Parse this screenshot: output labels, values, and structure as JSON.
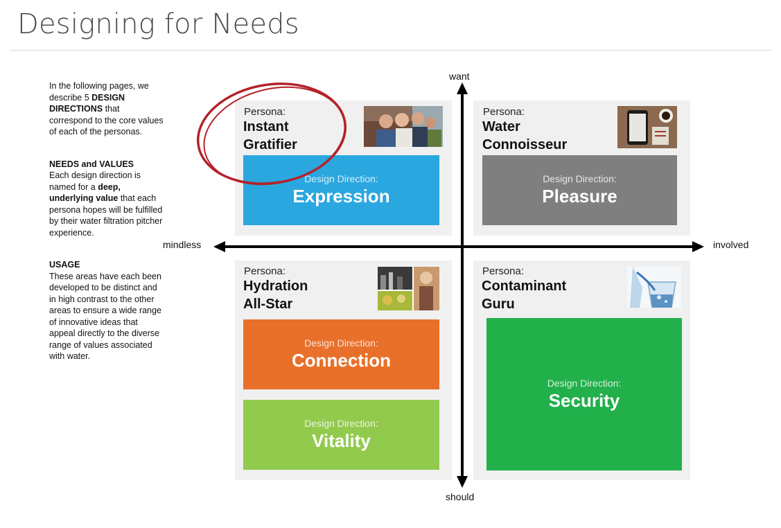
{
  "page": {
    "title": "Designing for Needs"
  },
  "sidebar": {
    "intro": {
      "pre": "In the following pages, we describe 5 ",
      "bold": "DESIGN DIRECTIONS",
      "post": " that correspond to the core values of each of the personas."
    },
    "needs": {
      "heading": "NEEDS and VALUES",
      "pre": "Each design direction is named for a ",
      "bold": "deep, underlying value",
      "post": " that each persona hopes will be fulfilled by their water filtration pitcher experience."
    },
    "usage": {
      "heading": "USAGE",
      "text": "These areas have each been developed to be distinct and in high contrast to the other areas to ensure a wide range of innovative ideas that appeal directly to the diverse range of values associated with water."
    }
  },
  "axes": {
    "top": "want",
    "bottom": "should",
    "left": "mindless",
    "right": "involved"
  },
  "quadrants": {
    "top_left": {
      "persona_label": "Persona:",
      "persona_line1": "Instant",
      "persona_line2": "Gratifier",
      "photo_icon": "group-selfie-photo",
      "directions": [
        {
          "label": "Design Direction:",
          "name": "Expression",
          "color": "#2aa7df"
        }
      ],
      "highlight": "red-hand-drawn-circle"
    },
    "top_right": {
      "persona_label": "Persona:",
      "persona_line1": "Water",
      "persona_line2": "Connoisseur",
      "photo_icon": "phone-and-coffee-photo",
      "directions": [
        {
          "label": "Design Direction:",
          "name": "Pleasure",
          "color": "#7f7f7f"
        }
      ]
    },
    "bottom_left": {
      "persona_label": "Persona:",
      "persona_line1": "Hydration",
      "persona_line2": "All-Star",
      "photo_icon": "active-lifestyle-collage-photo",
      "directions": [
        {
          "label": "Design Direction:",
          "name": "Connection",
          "color": "#e8702a"
        },
        {
          "label": "Design Direction:",
          "name": "Vitality",
          "color": "#92ca4e"
        }
      ]
    },
    "bottom_right": {
      "persona_label": "Persona:",
      "persona_line1": "Contaminant",
      "persona_line2": "Guru",
      "photo_icon": "water-pouring-glass-photo",
      "directions": [
        {
          "label": "Design Direction:",
          "name": "Security",
          "color": "#22b04b"
        }
      ]
    }
  },
  "colors": {
    "quadrant_bg": "#f0f0f0",
    "axis": "#000000",
    "highlight_circle": "#b3222a"
  }
}
